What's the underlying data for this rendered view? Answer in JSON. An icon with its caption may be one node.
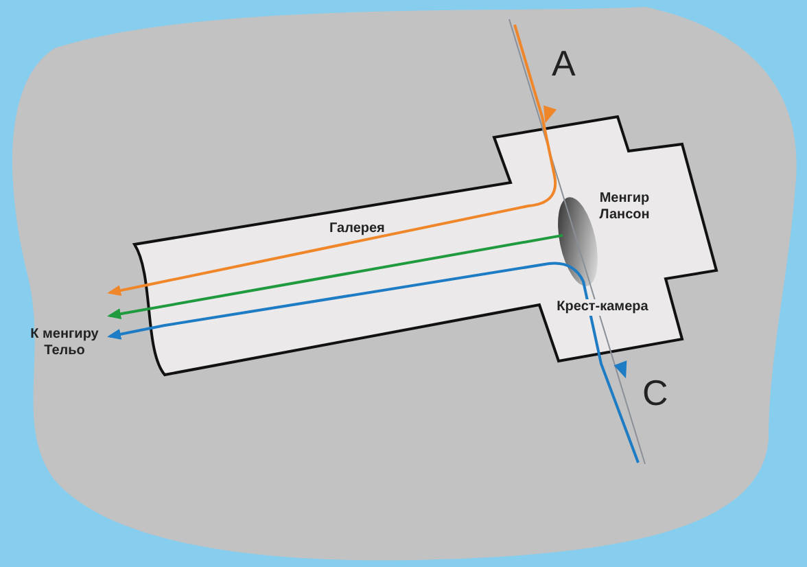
{
  "diagram": {
    "nodes": [
      {
        "text": [
          "Галерея",
          "Крест-камера"
        ]
      },
      {
        "text": [
          "Менгир Лансон"
        ],
        "in": 0
      },
      {
        "text": [
          "К менгиру Тельо"
        ]
      }
    ],
    "edges": [
      {
        "from": null,
        "to": 2,
        "arrow": "to",
        "color": "#f0862a"
      },
      {
        "from": 1,
        "to": 2,
        "arrow": "to",
        "color": "#1f9a3e"
      },
      {
        "from": null,
        "to": 2,
        "arrow": "to",
        "color": "#1e7cc4"
      }
    ],
    "labels": [
      "A",
      "C"
    ]
  }
}
